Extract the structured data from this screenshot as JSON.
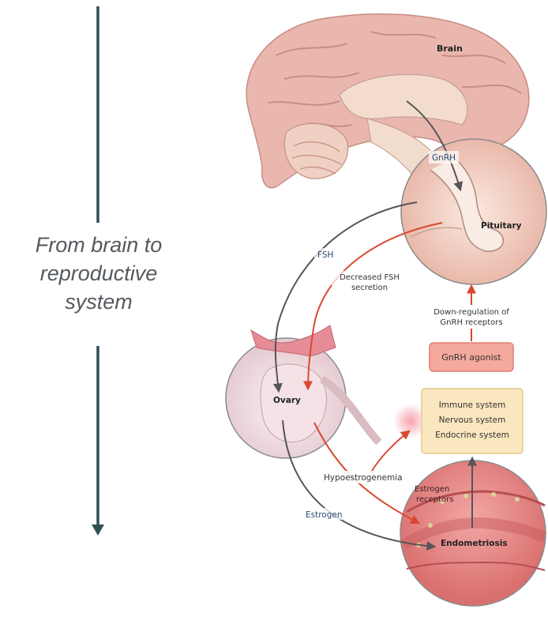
{
  "caption": {
    "line1": "From brain to",
    "line2": "reproductive",
    "line3": "system"
  },
  "labels": {
    "brain": "Brain",
    "gnrh": "GnRH",
    "pituitary": "Pituitary",
    "fsh": "FSH",
    "decreased_fsh_1": "Decreased FSH",
    "decreased_fsh_2": "secretion",
    "downreg_1": "Down-regulation of",
    "downreg_2": "GnRH receptors",
    "gnrh_agonist": "GnRH agonist",
    "ovary": "Ovary",
    "systems": [
      "Immune system",
      "Nervous system",
      "Endocrine system"
    ],
    "hypoestrogenemia": "Hypoestrogenemia",
    "estrogen": "Estrogen",
    "estrogen_receptors_1": "Estrogen",
    "estrogen_receptors_2": "receptors",
    "endometriosis": "Endometriosis"
  },
  "colors": {
    "timeline": "#2f4f55",
    "inhibit_arrow": "#d9482e",
    "flow_arrow": "#6b6b6b",
    "brain_tissue": "#e7b8b0",
    "pituitary_bg": "#f6dcd2",
    "ovary_bg": "#f5e7ea",
    "endometrium_bg": "#e88d8f",
    "agonist_box": "#f5a99d",
    "systems_box": "#fbe7bf"
  }
}
